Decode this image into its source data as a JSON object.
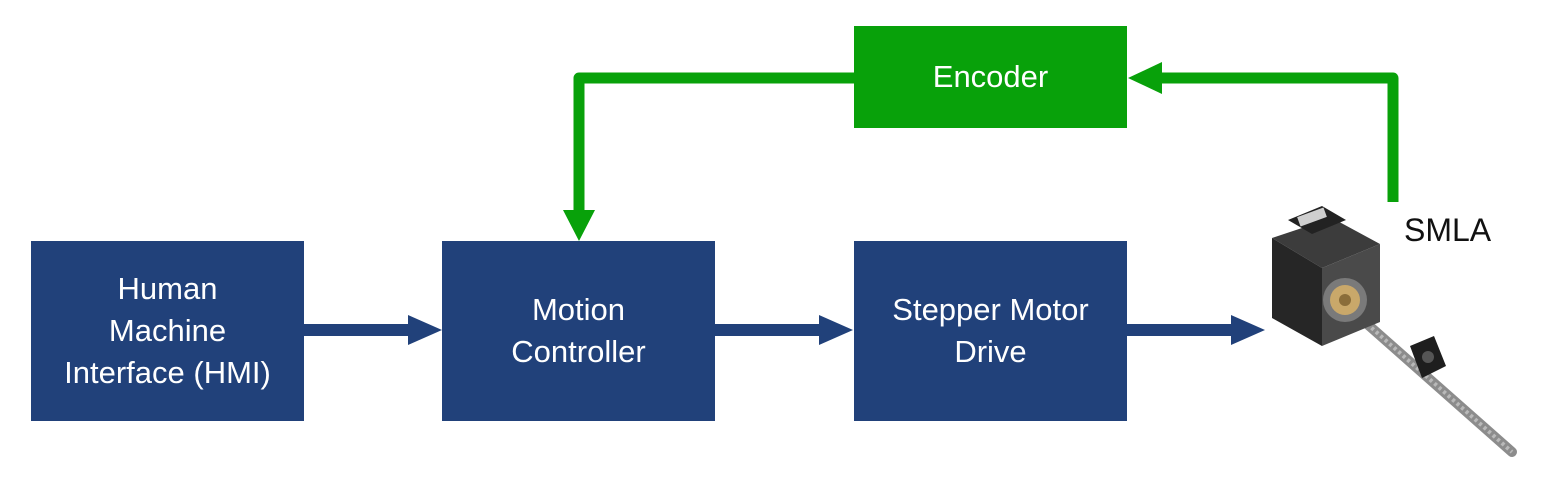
{
  "blocks": {
    "hmi": {
      "lines": [
        "Human",
        "Machine",
        "Interface (HMI)"
      ]
    },
    "motion_controller": {
      "lines": [
        "Motion",
        "Controller"
      ]
    },
    "stepper_drive": {
      "lines": [
        "Stepper Motor",
        "Drive"
      ]
    },
    "encoder": {
      "label": "Encoder"
    }
  },
  "actuator": {
    "label": "SMLA",
    "image_icon": "stepper-motor-linear-actuator-icon"
  },
  "colors": {
    "block_blue": "#21417a",
    "feedback_green": "#08a10a",
    "forward_arrow": "#21417a",
    "text_on_block": "#ffffff"
  },
  "connections": [
    {
      "from": "hmi",
      "to": "motion_controller",
      "kind": "forward"
    },
    {
      "from": "motion_controller",
      "to": "stepper_drive",
      "kind": "forward"
    },
    {
      "from": "stepper_drive",
      "to": "actuator",
      "kind": "forward"
    },
    {
      "from": "actuator",
      "to": "encoder",
      "kind": "feedback"
    },
    {
      "from": "encoder",
      "to": "motion_controller",
      "kind": "feedback"
    }
  ]
}
